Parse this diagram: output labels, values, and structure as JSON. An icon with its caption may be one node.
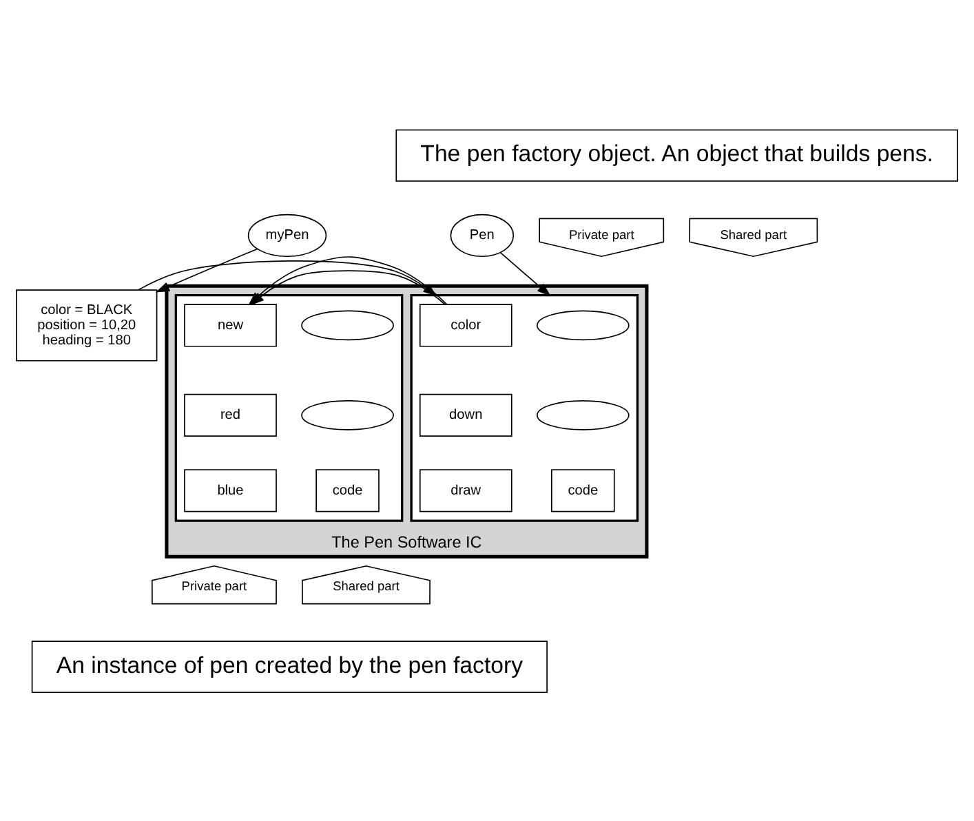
{
  "diagram": {
    "nodes": [
      {
        "text": [
          "The pen factory object. An object that builds pens."
        ]
      },
      {
        "text": [
          "Private part"
        ]
      },
      {
        "text": [
          "Shared part"
        ]
      },
      {
        "text": [
          "myPen"
        ]
      },
      {
        "text": [
          "Pen"
        ]
      },
      {
        "text": [
          "color = BLACK",
          "position = 10,20",
          "heading = 180"
        ]
      },
      {
        "text": [
          "The Pen Software IC"
        ]
      },
      {
        "text": [],
        "shape": "box",
        "in": 6
      },
      {
        "text": [
          "color"
        ],
        "in": 7
      },
      {
        "text": [
          "down"
        ],
        "in": 7
      },
      {
        "text": [
          "draw"
        ],
        "in": 7
      },
      {
        "text": [],
        "shape": "ellipse",
        "in": 7
      },
      {
        "text": [],
        "shape": "ellipse",
        "in": 7
      },
      {
        "text": [
          "code"
        ],
        "in": 7
      },
      {
        "text": [],
        "shape": "box",
        "in": 6
      },
      {
        "text": [
          "new"
        ],
        "in": 14
      },
      {
        "text": [
          "red"
        ],
        "in": 14
      },
      {
        "text": [
          "blue"
        ],
        "in": 14
      },
      {
        "text": [],
        "shape": "ellipse",
        "in": 14
      },
      {
        "text": [],
        "shape": "ellipse",
        "in": 14
      },
      {
        "text": [
          "code"
        ],
        "in": 14
      },
      {
        "text": [
          "Private part"
        ]
      },
      {
        "text": [
          "Shared part"
        ]
      },
      {
        "text": [
          "An instance of pen created by the pen factory"
        ]
      }
    ],
    "edges": [
      {
        "from": 3,
        "to": 5,
        "arrow": "to"
      },
      {
        "from": 4,
        "to": 7,
        "arrow": "to"
      },
      {
        "from": 5,
        "to": 7,
        "arrow": "to"
      },
      {
        "from": 7,
        "to": 14,
        "arrow": "to"
      }
    ]
  }
}
